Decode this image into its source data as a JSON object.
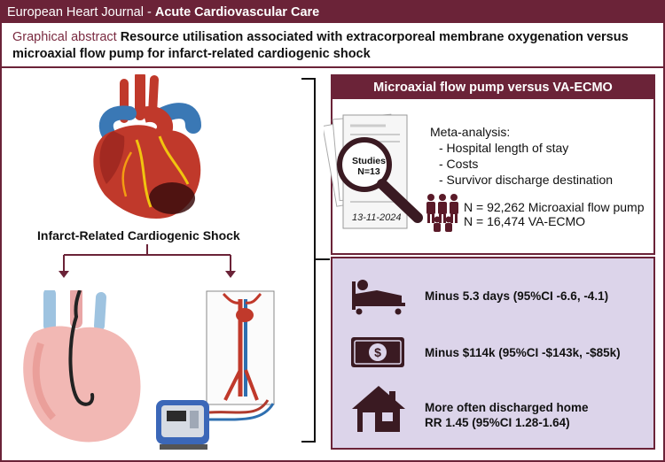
{
  "header": {
    "journal": "European Heart Journal",
    "separator": " - ",
    "section": "Acute Cardiovascular Care"
  },
  "title": {
    "prefix": "Graphical abstract",
    "text": "Resource utilisation associated with extracorporeal membrane oxygenation versus microaxial flow pump for infarct-related cardiogenic shock"
  },
  "left": {
    "condition": "Infarct-Related Cardiogenic Shock"
  },
  "comparison": {
    "title": "Microaxial flow pump versus VA-ECMO",
    "studies_label": "Studies",
    "studies_n": "N=13",
    "date": "13-11-2024",
    "method": "Meta-analysis:",
    "outcomes": [
      "- Hospital length of stay",
      "- Costs",
      "- Survivor discharge destination"
    ],
    "n_mfp": "N = 92,262 Microaxial flow pump",
    "n_ecmo": "N = 16,474 VA-ECMO"
  },
  "results": {
    "los": "Minus 5.3 days (95%CI -6.6, -4.1)",
    "cost": "Minus $114k (95%CI -$143k, -$85k)",
    "discharge_line1": "More often discharged home",
    "discharge_line2": "RR 1.45 (95%CI 1.28-1.64)",
    "dollar_symbol": "$"
  },
  "colors": {
    "brand": "#6b2338",
    "results_bg": "#dcd4ea",
    "icon_dark": "#3a1a22"
  },
  "icons": [
    "heart-icon",
    "document-stack-icon",
    "magnifier-icon",
    "people-icon",
    "hospital-bed-icon",
    "banknote-icon",
    "house-icon",
    "impella-heart-icon",
    "ecmo-machine-icon"
  ]
}
